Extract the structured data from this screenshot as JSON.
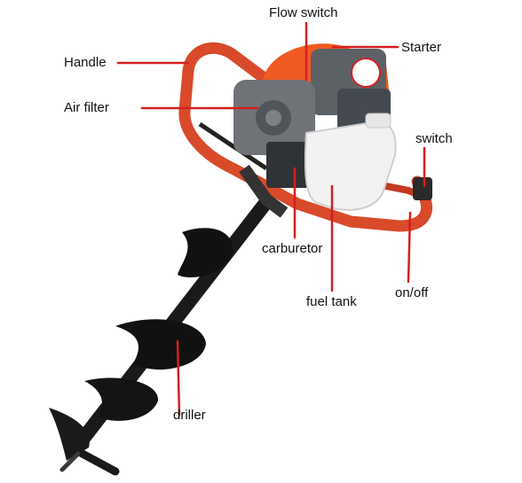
{
  "labels": {
    "flow_switch": "Flow switch",
    "starter": "Starter",
    "handle": "Handle",
    "air_filter": "Air filter",
    "switch": "switch",
    "carburetor": "carburetor",
    "fuel_tank": "fuel tank",
    "on_off": "on/off",
    "driller": "driller"
  },
  "colors": {
    "leader_line": "#d61f1f",
    "frame_orange": "#d94a2a",
    "engine_orange": "#ef5a22",
    "auger_black": "#1a1a1a",
    "engine_grey": "#6f7377",
    "tank_white": "#f2f2f2"
  }
}
